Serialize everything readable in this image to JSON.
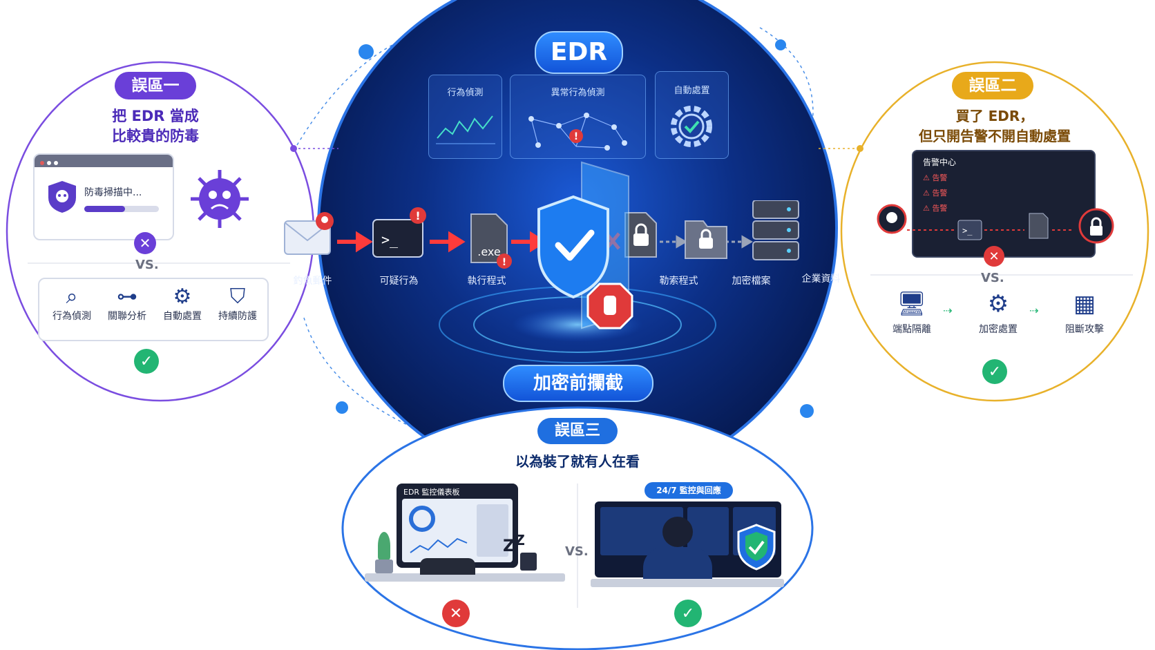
{
  "center": {
    "title": "EDR",
    "panels": [
      "行為偵測",
      "異常行為偵測",
      "自動處置"
    ],
    "flow_left": [
      "釣魚郵件",
      "可疑行為",
      "執行程式"
    ],
    "exe_label": ".exe",
    "flow_right": [
      "勒索程式",
      "加密檔案",
      "企業資料"
    ],
    "banner": "加密前攔截"
  },
  "myth1": {
    "badge": "誤區一",
    "title_l1": "把 EDR 當成",
    "title_l2": "比較貴的防毒",
    "av_window_text": "防毒掃描中...",
    "vs": "VS.",
    "features": [
      "行為偵測",
      "關聯分析",
      "自動處置",
      "持續防護"
    ]
  },
  "myth2": {
    "badge": "誤區二",
    "title_l1": "買了 EDR，",
    "title_l2": "但只開告警不開自動處置",
    "alert_center_title": "告警中心",
    "alerts": [
      "告警",
      "告警",
      "告警"
    ],
    "vs": "VS.",
    "actions": [
      "端點隔離",
      "加密處置",
      "阻斷攻擊"
    ]
  },
  "myth3": {
    "badge": "誤區三",
    "title": "以為裝了就有人在看",
    "dashboard_title": "EDR 監控儀表板",
    "zz": "Z",
    "vs": "VS.",
    "soc_badge": "24/7 監控與回應"
  },
  "colors": {
    "purple": "#6a3fd8",
    "gold": "#e8a91a",
    "blue": "#1f6fe0",
    "red": "#e03a3a",
    "green": "#22b573",
    "navy": "#0b2a6b"
  }
}
